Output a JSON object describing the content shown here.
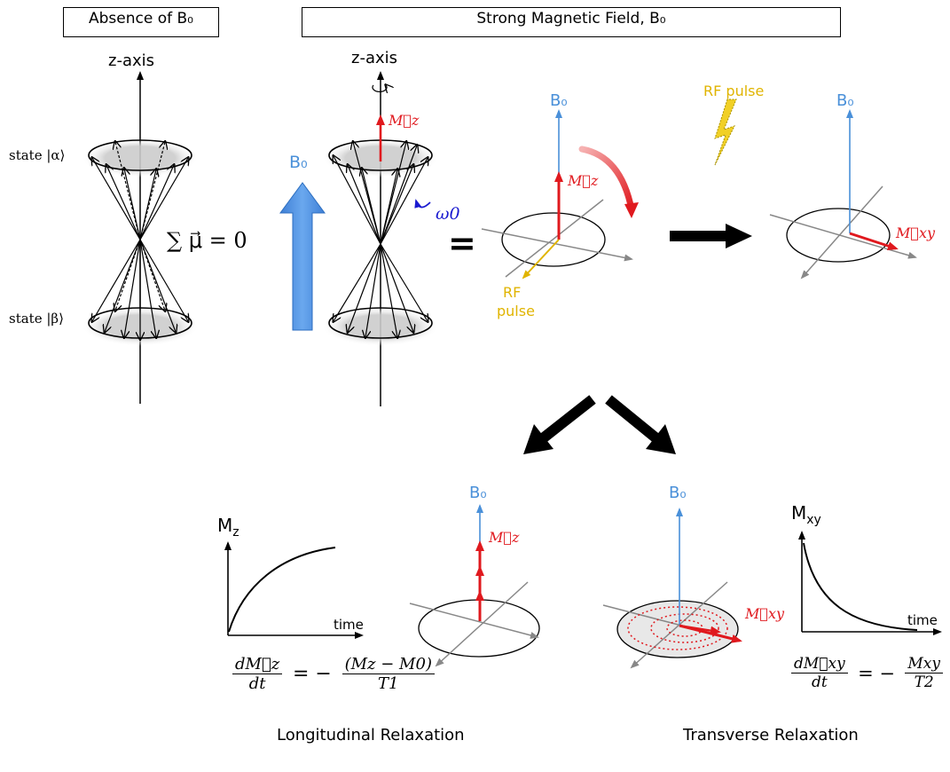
{
  "headers": {
    "absence": "Absence of B₀",
    "strong": "Strong Magnetic Field, B₀"
  },
  "labels": {
    "z_axis_left": "z-axis",
    "z_axis_mid": "z-axis",
    "state_alpha": "state |α⟩",
    "state_beta": "state |β⟩",
    "sum_mu": "∑ μ⃗ = 0",
    "b0_big": "B₀",
    "mz_cone": "M⃗z",
    "omega0": "ω0",
    "equals": "=",
    "b0_tilt": "B₀",
    "mz_tilt": "M⃗z",
    "rf_label_1": "RF",
    "rf_label_2": "pulse",
    "rf_pulse_top": "RF pulse",
    "b0_xy": "B₀",
    "mxy_top": "M⃗xy",
    "b0_long": "B₀",
    "mz_long": "M⃗z",
    "b0_trans": "B₀",
    "mxy_trans": "M⃗xy",
    "mz_graph_ylabel": "M",
    "mz_graph_ysub": "z",
    "mz_graph_xlabel": "time",
    "mxy_graph_ylabel": "M",
    "mxy_graph_ysub": "xy",
    "mxy_graph_xlabel": "time",
    "eq_t1_num": "dM⃗z",
    "eq_t1_den": "dt",
    "eq_t1_eq": "= −",
    "eq_t1_rnum": "(Mz − M0)",
    "eq_t1_rden": "T1",
    "eq_t2_num": "dM⃗xy",
    "eq_t2_den": "dt",
    "eq_t2_eq": "= −",
    "eq_t2_rnum": "Mxy",
    "eq_t2_rden": "T2",
    "longitudinal": "Longitudinal Relaxation",
    "transverse": "Transverse Relaxation"
  },
  "colors": {
    "b0_blue": "#4a90d9",
    "magnetization_red": "#e0191e",
    "rf_yellow": "#e0b400",
    "omega_navy": "#1a1ad0",
    "axis_gray": "#888888"
  }
}
